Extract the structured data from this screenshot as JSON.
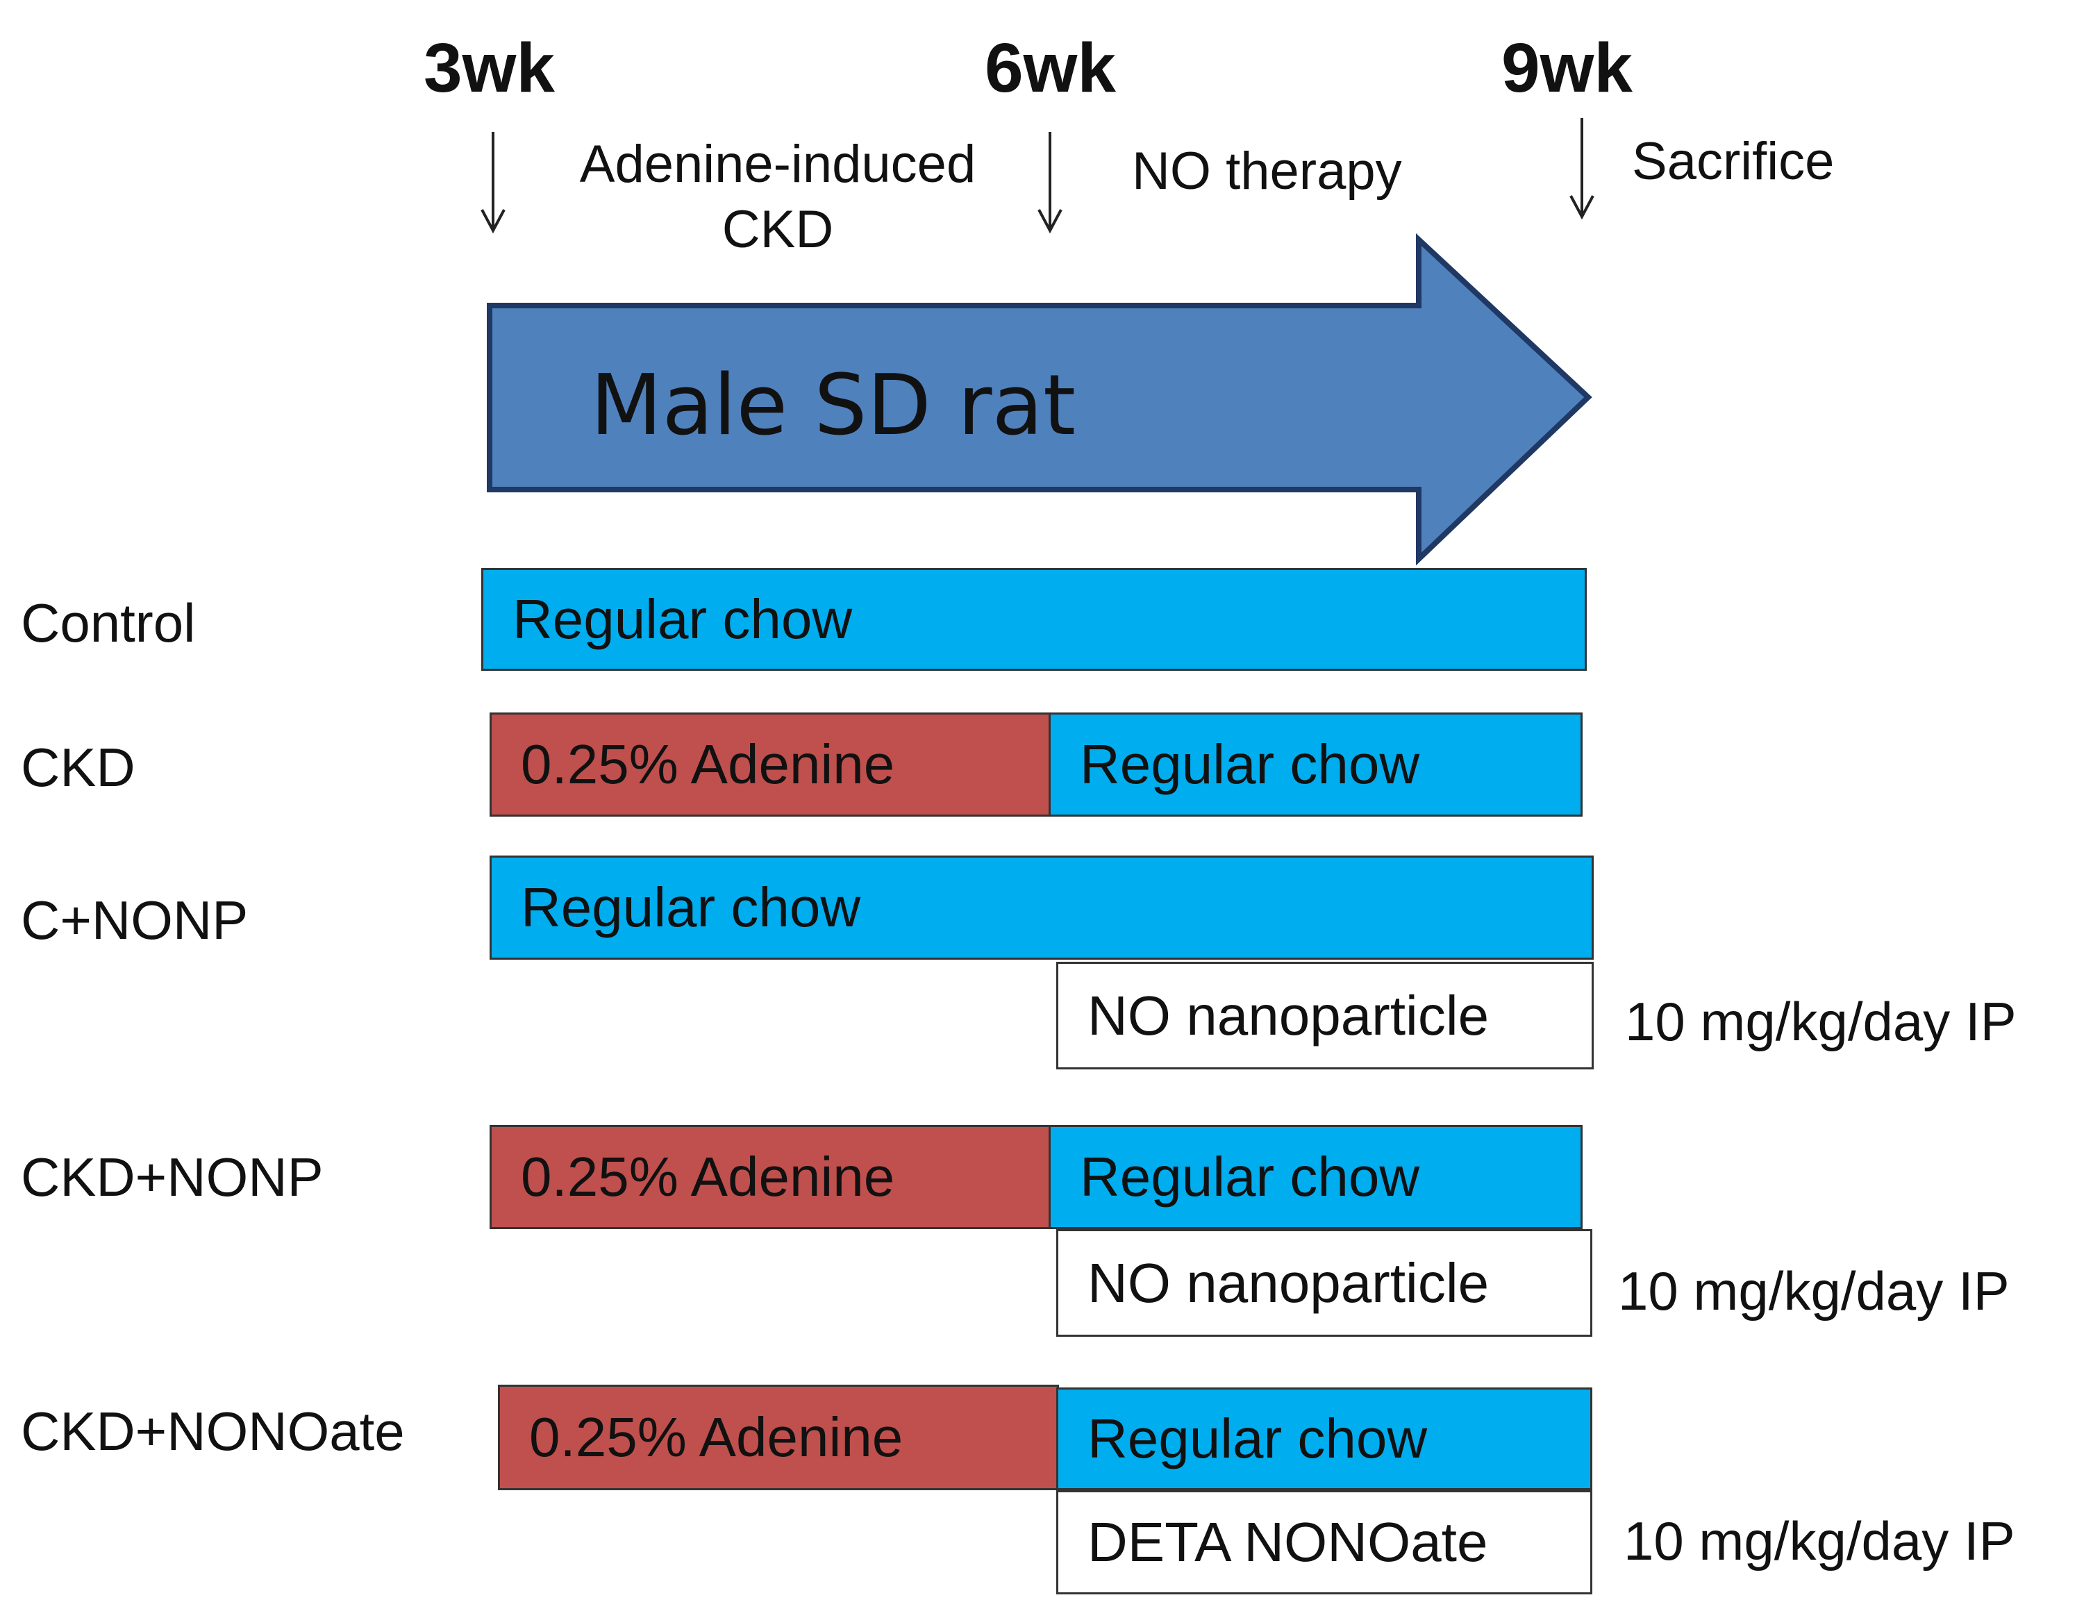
{
  "timeline": {
    "weeks": [
      {
        "label": "3wk"
      },
      {
        "label": "6wk"
      },
      {
        "label": "9wk"
      }
    ],
    "phases": [
      {
        "text": "Adenine-induced\nCKD"
      },
      {
        "text": "NO therapy"
      },
      {
        "text": "Sacrifice"
      }
    ],
    "arrow_label": "Male SD rat"
  },
  "colors": {
    "arrow_fill": "#4F81BD",
    "arrow_stroke": "#1F3864",
    "regular_chow": "#00AEEF",
    "adenine": "#C0504D",
    "treatment": "#FFFFFF"
  },
  "groups": [
    {
      "label": "Control",
      "bars": [
        {
          "type": "chow",
          "text": "Regular chow"
        }
      ]
    },
    {
      "label": "CKD",
      "bars": [
        {
          "type": "adenine",
          "text": "0.25% Adenine"
        },
        {
          "type": "chow",
          "text": "Regular chow"
        }
      ]
    },
    {
      "label": "C+NONP",
      "bars": [
        {
          "type": "chow",
          "text": "Regular chow"
        }
      ],
      "treatment": {
        "text": "NO nanoparticle",
        "dose": "10 mg/kg/day  IP"
      }
    },
    {
      "label": "CKD+NONP",
      "bars": [
        {
          "type": "adenine",
          "text": "0.25% Adenine"
        },
        {
          "type": "chow",
          "text": "Regular chow"
        }
      ],
      "treatment": {
        "text": "NO nanoparticle",
        "dose": "10 mg/kg/day  IP"
      }
    },
    {
      "label": "CKD+NONOate",
      "bars": [
        {
          "type": "adenine",
          "text": "0.25% Adenine"
        },
        {
          "type": "chow",
          "text": "Regular chow"
        }
      ],
      "treatment": {
        "text": "DETA NONOate",
        "dose": "10 mg/kg/day  IP"
      }
    }
  ]
}
